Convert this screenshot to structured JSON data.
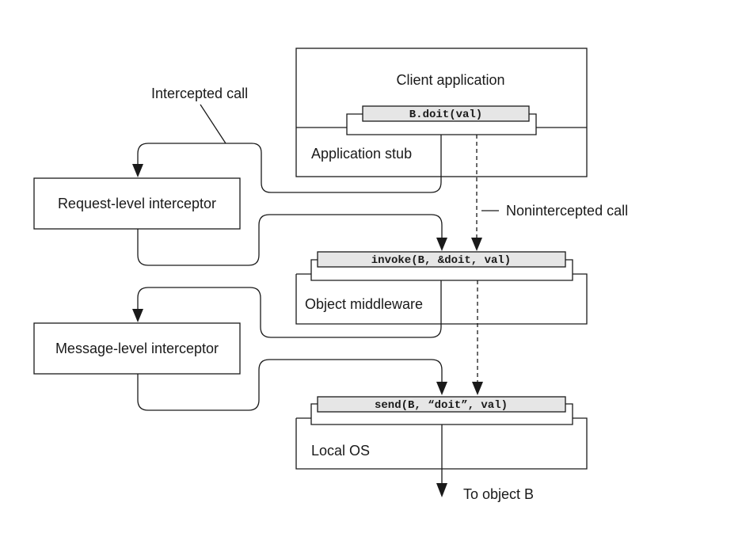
{
  "diagram": {
    "client_application": "Client application",
    "application_stub": "Application stub",
    "object_middleware": "Object middleware",
    "local_os": "Local OS",
    "request_interceptor": "Request-level interceptor",
    "message_interceptor": "Message-level interceptor",
    "call_doit": "B.doit(val)",
    "call_invoke": "invoke(B, &doit, val)",
    "call_send": "send(B, “doit”, val)",
    "intercepted_call": "Intercepted call",
    "nonintercepted_call": "Nonintercepted call",
    "to_object_b": "To object B"
  },
  "colors": {
    "stroke": "#1a1a1a",
    "bar_fill": "#e6e6e6",
    "background": "#ffffff"
  }
}
